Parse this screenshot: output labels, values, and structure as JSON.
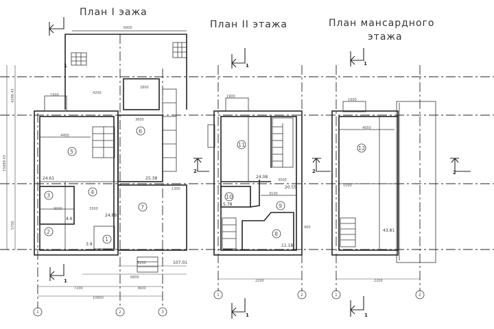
{
  "titles": {
    "plan1": "План I  эажа",
    "plan2": "План II  этажа",
    "mansard_line1": "План  мансардного",
    "mansard_line2": "этажа"
  },
  "rooms": {
    "r1": {
      "num": "1",
      "area": "3.9"
    },
    "r2": {
      "num": "2",
      "area": ""
    },
    "r3": {
      "num": "3",
      "area": "4.6"
    },
    "r4": {
      "num": "4",
      "area": "24.89"
    },
    "r5": {
      "num": "5",
      "area": "24.61"
    },
    "r6": {
      "num": "6",
      "area": "25.38"
    },
    "r7": {
      "num": "7",
      "area": "107.01"
    },
    "r8": {
      "num": "8",
      "area": "11.18"
    },
    "r9": {
      "num": "9",
      "area": "20.55"
    },
    "r10": {
      "num": "10",
      "area": "5.78"
    },
    "r11": {
      "num": "11",
      "area": "24.08"
    },
    "r12": {
      "num": "12",
      "area": "43.81"
    }
  },
  "dimensions": {
    "p1_top": "6900",
    "p1_4200": "4200",
    "p1_1900": "1900",
    "p1_4400": "4400",
    "p1_2800": "2800",
    "p1_3600": "3600",
    "p1_3300": "3300",
    "p1_3000": "3000",
    "p1_5200": "5200",
    "p1_6800": "6800",
    "p1_7200": "7200",
    "p1_3600b": "3600",
    "p1_total": "10800",
    "p1_left_h1": "4299.43",
    "p1_left_h2": "15689.43",
    "p1_5700": "5700",
    "p1_1300": "1300",
    "p2_1900": "1900",
    "p2_3100": "3100",
    "p2_3000": "3000",
    "p2_400": "400",
    "p2_2200": "2200",
    "m_1900": "1900",
    "m_4950": "4950",
    "m_1500": "1500",
    "m_2200": "2200"
  },
  "axes": {
    "a1": "1",
    "a2": "2",
    "a3": "3"
  },
  "sections": {
    "cut1": "1",
    "cut2": "2"
  }
}
